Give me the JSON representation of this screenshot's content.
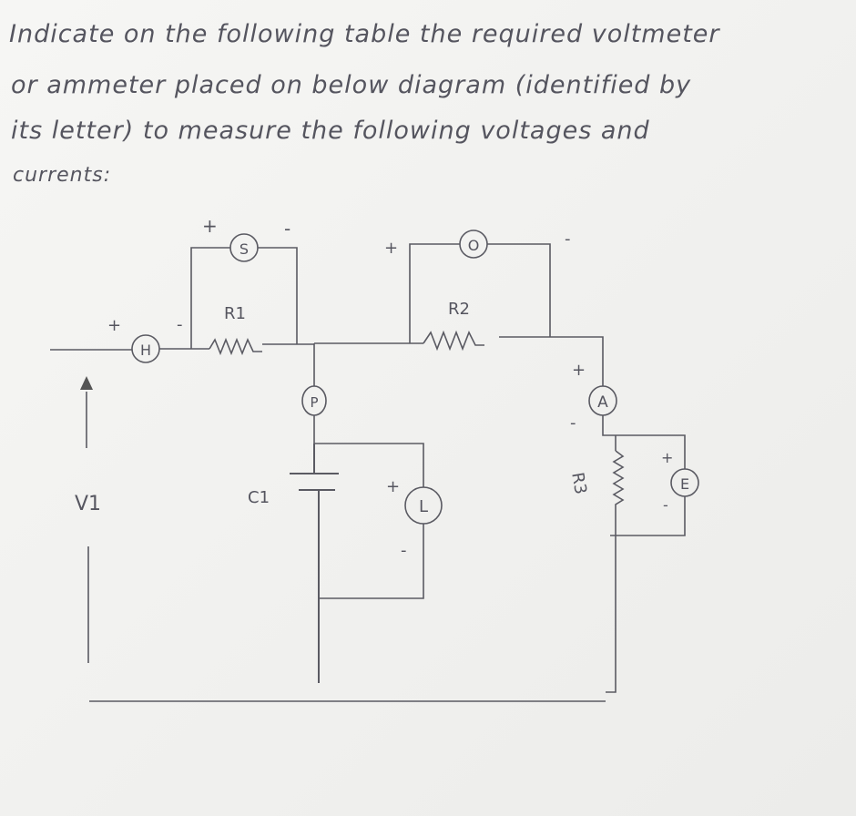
{
  "instructions": [
    "Indicate on the following table the required voltmeter",
    "or ammeter placed on below diagram (identified by",
    "its letter) to measure the following voltages and",
    "currents:"
  ],
  "meters": {
    "H": "H",
    "S": "S",
    "O": "O",
    "P": "P",
    "L": "L",
    "A": "A",
    "E": "E"
  },
  "components": {
    "R1": "R1",
    "R2": "R2",
    "R3": "R3",
    "C1": "C1",
    "V1": "V1"
  },
  "signs": {
    "plus": "+",
    "minus": "-"
  }
}
